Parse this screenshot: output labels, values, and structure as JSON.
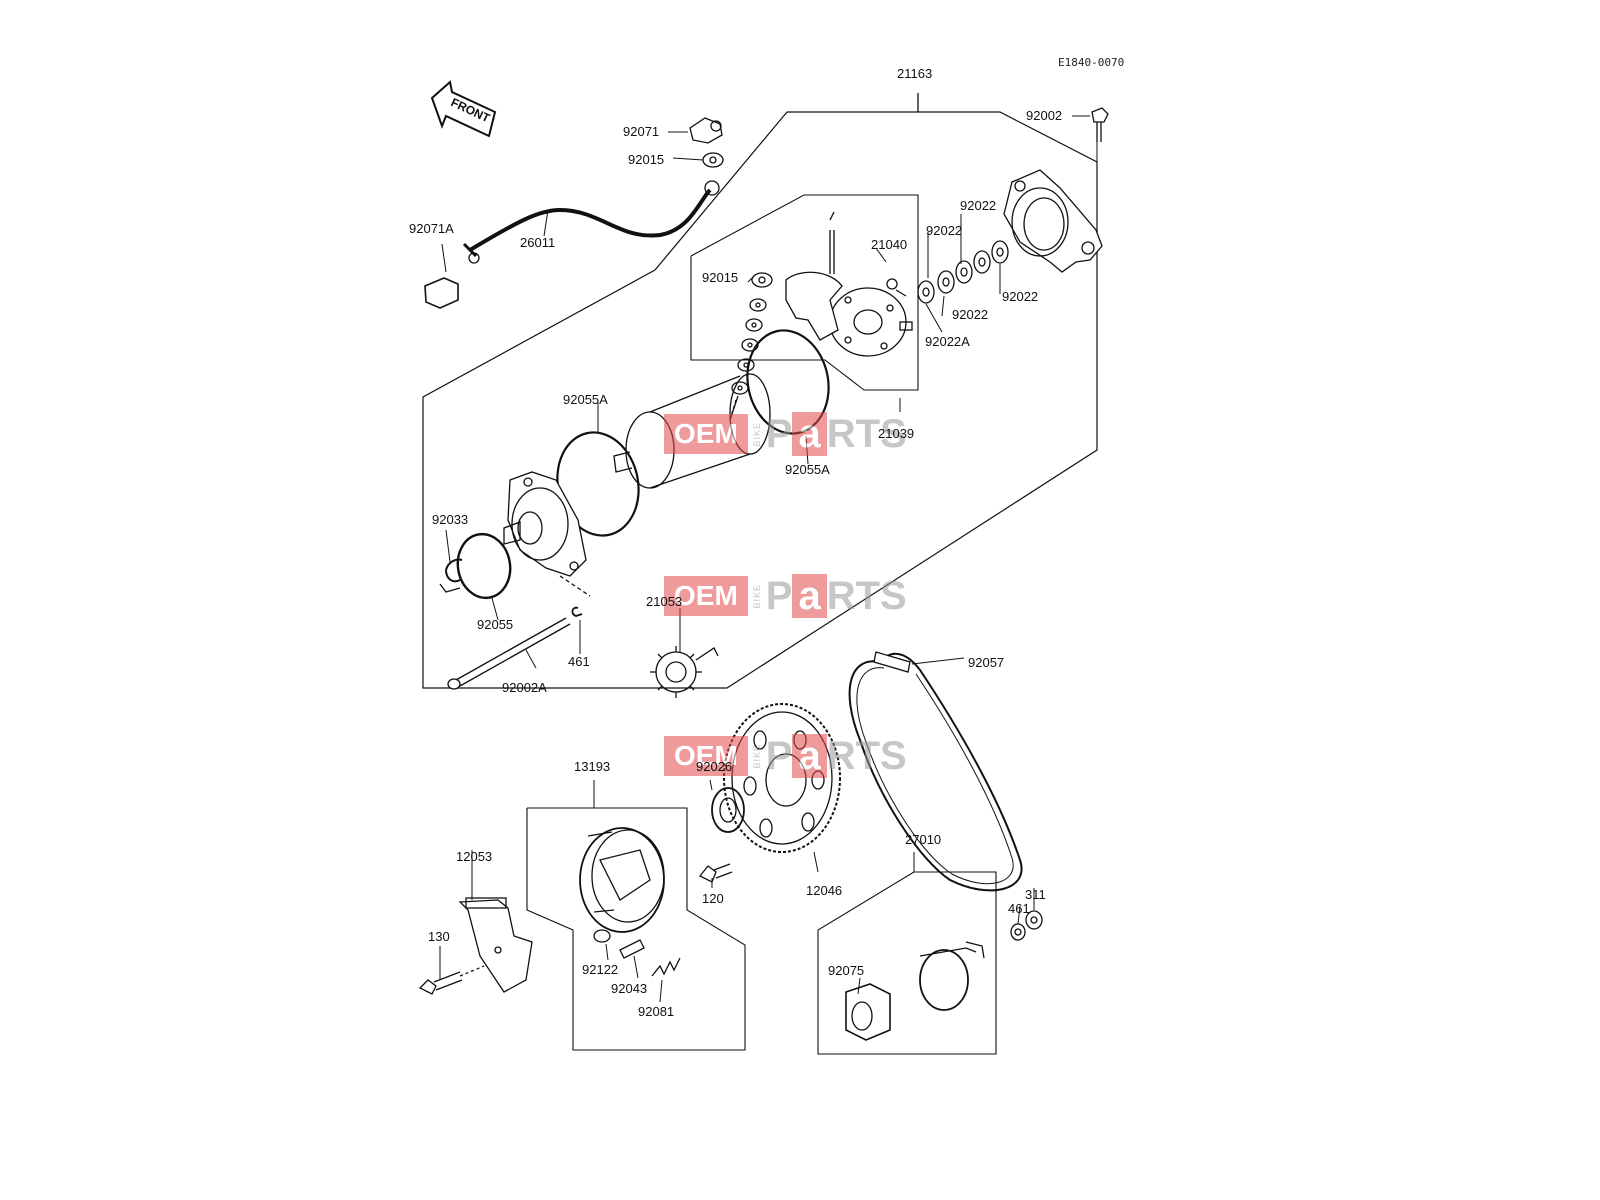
{
  "diagram_code": "E1840-0070",
  "front_label": "FRONT",
  "watermark": {
    "oem": "OEM",
    "bike": "BIKE",
    "parts_pre": "P",
    "parts_a": "a",
    "parts_post": "RTS"
  },
  "labels": {
    "p21163": "21163",
    "p92002": "92002",
    "p92071": "92071",
    "p92015a": "92015",
    "p92071A": "92071A",
    "p26011": "26011",
    "p92022a": "92022",
    "p92022b": "92022",
    "p92022c": "92022",
    "p92022d": "92022",
    "p21040": "21040",
    "p92015b": "92015",
    "p92022A": "92022A",
    "p92055Aa": "92055A",
    "p21039": "21039",
    "p92055Ab": "92055A",
    "p92033": "92033",
    "p92055": "92055",
    "p461a": "461",
    "p92002A": "92002A",
    "p21053": "21053",
    "p92057": "92057",
    "p13193": "13193",
    "p92026": "92026",
    "p12053": "12053",
    "p120": "120",
    "p12046": "12046",
    "p27010": "27010",
    "p311": "311",
    "p461b": "461",
    "p130": "130",
    "p92122": "92122",
    "p92043": "92043",
    "p92081": "92081",
    "p92075": "92075"
  }
}
